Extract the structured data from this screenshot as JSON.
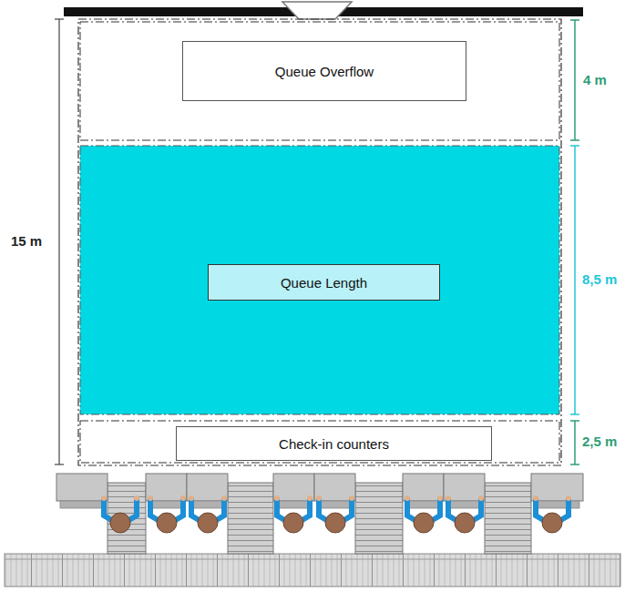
{
  "diagram": {
    "nodes": [
      {
        "text": [
          "Queue Overflow"
        ]
      },
      {
        "text": [
          "Queue Length"
        ]
      },
      {
        "text": [
          "Check-in counters"
        ]
      }
    ],
    "labels": [
      "15 m",
      "4 m",
      "8,5 m",
      "2,5 m"
    ]
  }
}
